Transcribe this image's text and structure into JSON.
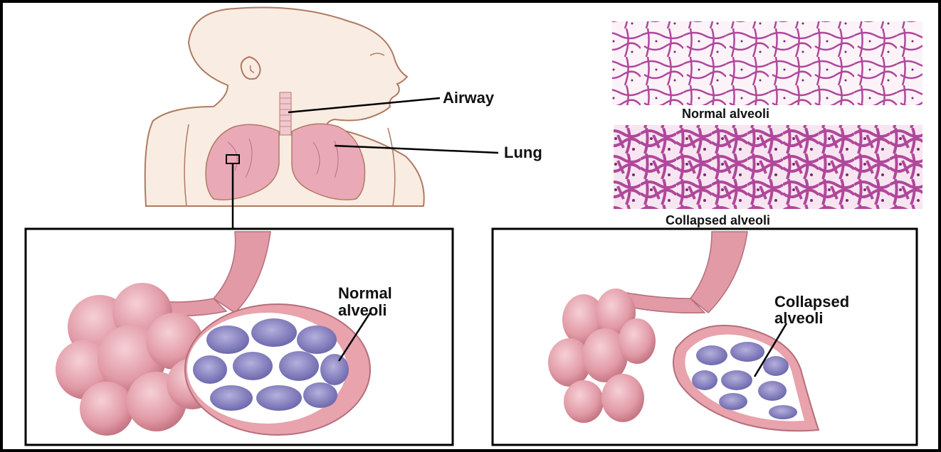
{
  "labels": {
    "airway": "Airway",
    "lung": "Lung",
    "histology_normal": "Normal alveoli",
    "histology_collapsed": "Collapsed alveoli",
    "panel_normal_line1": "Normal",
    "panel_normal_line2": "alveoli",
    "panel_collapsed_line1": "Collapsed",
    "panel_collapsed_line2": "alveoli"
  },
  "colors": {
    "skin_outline": "#b07a62",
    "skin_fill": "#f9ece2",
    "lung_pink": "#e9a9b6",
    "alveoli_pink": "#e8a3ad",
    "alveoli_interior": "#8a86c4",
    "tissue_magenta": "#b0479b",
    "frame": "#000000"
  }
}
